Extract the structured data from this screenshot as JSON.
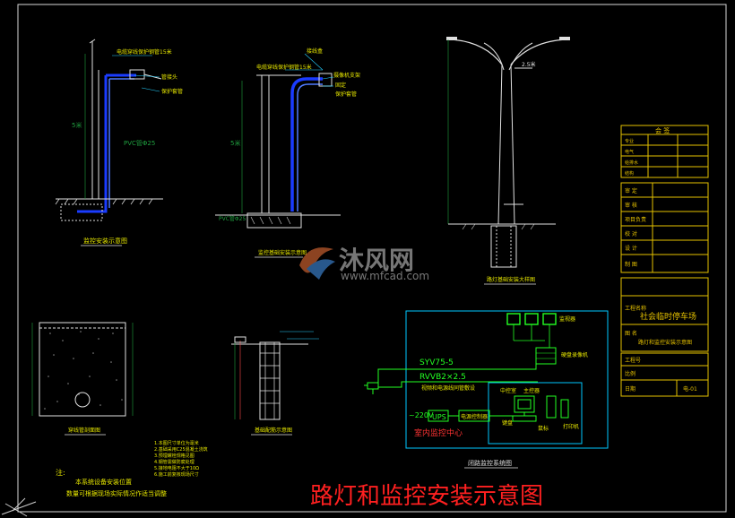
{
  "title": "路灯和监控安装示意图",
  "watermark": {
    "brand": "沐风网",
    "url": "www.mfcad.com"
  },
  "drawing1": {
    "label_top": "电缆穿线保护钢管15米",
    "label_right1": "管接头",
    "label_right2": "保护套管",
    "label_left": "5米",
    "label_mid": "PVC管Φ25",
    "caption": "监控安装示意图"
  },
  "drawing2": {
    "label_top_right": "接线盒",
    "label_right1": "摄像机支架",
    "label_right2": "固定",
    "label_right3": "保护套管",
    "label_left": "5米",
    "label_pvc": "PVC管Φ25",
    "caption": "监控基础安装示意图"
  },
  "drawing3": {
    "label_dim": "2.5米",
    "caption": "路灯基础安装大样图"
  },
  "drawing4": {
    "caption": "穿线管剖面图"
  },
  "drawing5": {
    "caption": "基础配筋示意图"
  },
  "notes": {
    "lines": [
      "1.本图尺寸单位为毫米",
      "2.基础采用C25混凝土浇筑",
      "3.预埋螺栓规格见图",
      "4.钢管需做防腐处理",
      "5.接地电阻不大于10Ω",
      "6.施工前复核现场尺寸"
    ],
    "label": "注:",
    "line1": "本系统设备安装位置",
    "line2": "数量可根据现场实际情况作适当调整"
  },
  "system": {
    "label_monitors": "监视器",
    "label_hdd": "硬盘录像机",
    "label_cable1": "SYV75-5",
    "label_cable2": "RVVB2×2.5",
    "label_cable_note": "视频和电源线同管敷设",
    "label_power": "~220V",
    "label_ups": "UPS",
    "label_distrib": "电源控制器",
    "label_center_room": "中控室",
    "label_computer": "主控器",
    "label_keyboard": "键盘",
    "label_printer": "打印机",
    "label_mouse": "鼠标",
    "label_center": "室内监控中心",
    "caption": "闭路监控系统图"
  },
  "titleblock": {
    "section1_title": "会 签",
    "section1_rows": [
      "专业",
      "电气",
      "给排水",
      "结构"
    ],
    "section2_rows": [
      "审 定",
      "审 核",
      "项目负责",
      "校 对",
      "设 计",
      "制 图"
    ],
    "section3_rows": [
      "工程名称",
      "图 名"
    ],
    "project": "社会临时停车场",
    "drawing_name": "路灯和监控安装示意图",
    "section4_rows": [
      "工程号",
      "比例",
      "日期"
    ],
    "sheet_no": "电-01"
  }
}
